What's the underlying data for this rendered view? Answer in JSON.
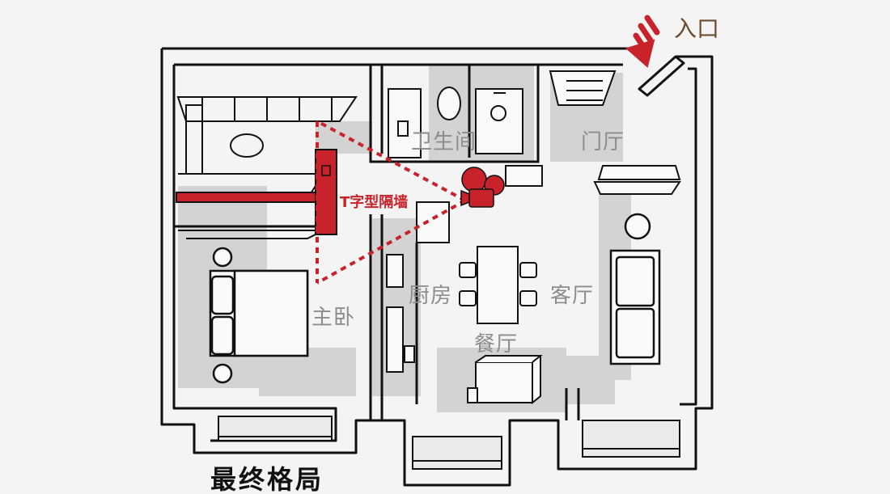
{
  "title": "最终格局",
  "entrance": {
    "label": "入口",
    "icon": "arrow-icon"
  },
  "partition": {
    "label": "T字型隔墙"
  },
  "rooms": {
    "bathroom": "卫生间",
    "foyer": "门厅",
    "master_bedroom": "主卧",
    "kitchen": "厨房",
    "living_room": "客厅",
    "dining_room": "餐厅"
  },
  "camera": {
    "icon": "video-camera-icon"
  },
  "colors": {
    "accent": "#c8232a",
    "ink": "#111111",
    "shadow": "#cfcfcf",
    "label": "#8c8c8c"
  }
}
